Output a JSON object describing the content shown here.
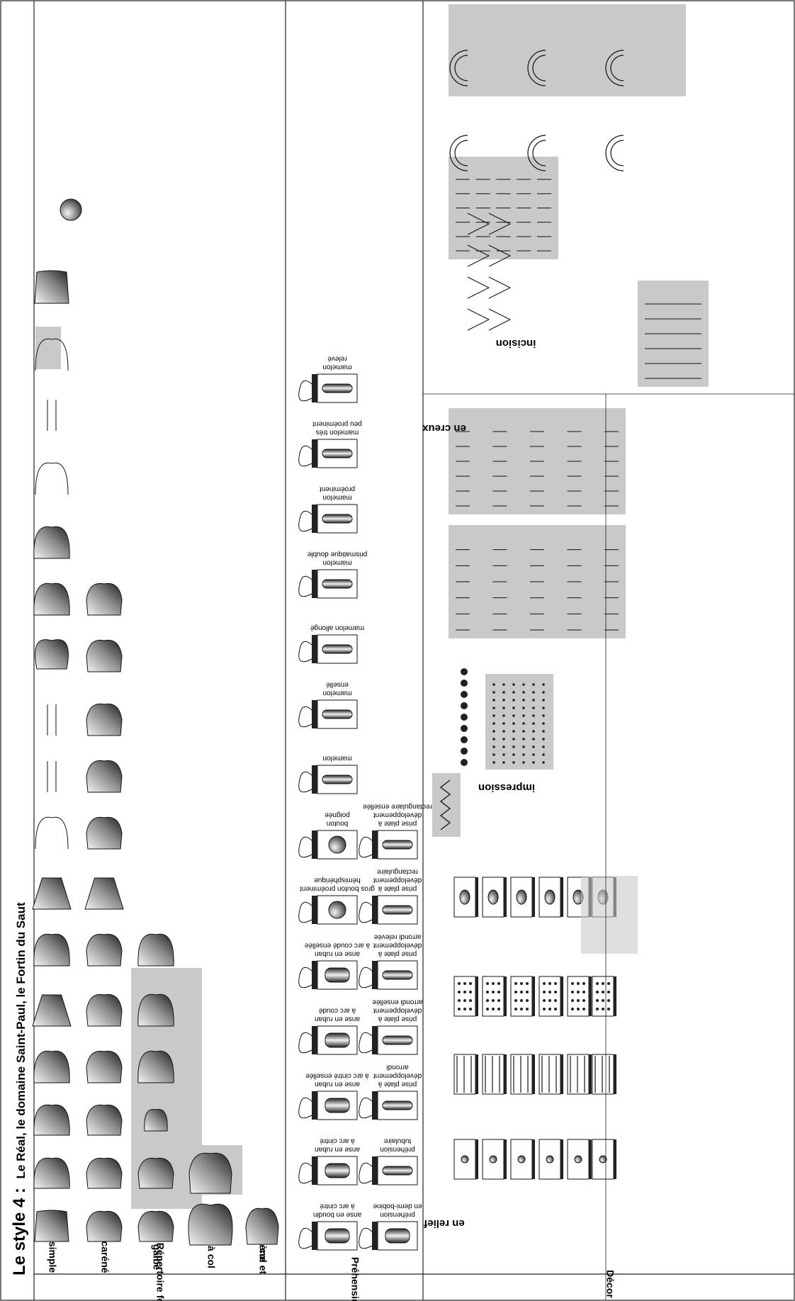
{
  "title": {
    "bold": "Le style 4 :",
    "rest": "Le Réal, le domaine Saint-Paul, le Fortin du Saut"
  },
  "sections": {
    "repertoire": "Répertoire formel",
    "prehension": "Préhension",
    "decor": "Décor"
  },
  "repertoire_rows": {
    "simple": "simple",
    "carene": "caréné",
    "galbe": "galbé",
    "col": "à col",
    "col_carene_1": "à col et",
    "col_carene_2": "carène"
  },
  "prehension_row1": [
    [
      "anse en boudin",
      "à arc cintré"
    ],
    [
      "anse en ruban",
      "à arc cintré"
    ],
    [
      "anse en ruban",
      "à arc cintré ensellée"
    ],
    [
      "anse en ruban",
      "à arc coudé"
    ],
    [
      "anse en ruban",
      "à arc coudé ensellée"
    ],
    [
      "gros bouton proéminent",
      "hémisphérique"
    ],
    [
      "bouton",
      "poignée"
    ],
    [
      "mamelon"
    ],
    [
      "mamelon",
      "ensellé"
    ],
    [
      "mamelon allongé"
    ],
    [
      "mamelon",
      "prismatique double"
    ],
    [
      "mamelon",
      "proéminent"
    ],
    [
      "mamelon très",
      "peu proéminent"
    ],
    [
      "mamelon",
      "relevé"
    ]
  ],
  "prehension_row2": [
    [
      "préhension",
      "en demi-bobine"
    ],
    [
      "préhension",
      "tubulaire"
    ],
    [
      "prise plate à",
      "développement",
      "arrondi"
    ],
    [
      "prise plate à",
      "développement",
      "arrondi ensellée"
    ],
    [
      "prise plate à",
      "développement",
      "arrondi relevée"
    ],
    [
      "prise plate à",
      "développement",
      "rectangulaire"
    ],
    [
      "prise plate à",
      "développement",
      "rectangulaire ensellée"
    ]
  ],
  "decor_labels": {
    "relief": "en relief",
    "creux": "en creux",
    "impression": "impression",
    "incision": "incision"
  },
  "colors": {
    "gray_panel": "#c9c9c9",
    "vessel_dark": "#2a2a2a",
    "vessel_light": "#f2f2f2",
    "line": "#111111"
  }
}
